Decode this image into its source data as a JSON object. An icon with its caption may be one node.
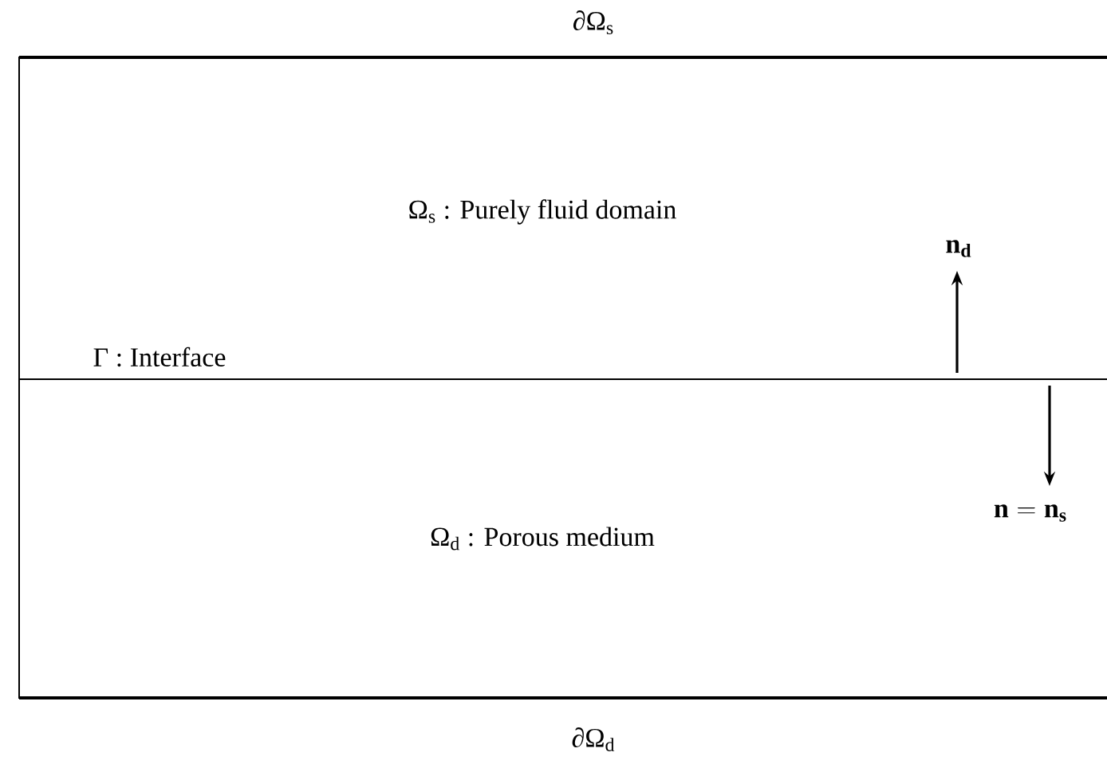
{
  "diagram": {
    "nodes": [
      {
        "text": [
          "Ω$_{s}$ : Purely fluid domain"
        ],
        "beside": [
          "∂Ω$_{s}$"
        ]
      },
      {
        "text": [
          "Ω$_{d}$ : Porous medium"
        ],
        "beside": [
          "∂Ω$_{d}$"
        ]
      }
    ],
    "labels": [
      "\\mathbf{n}_\\mathbf{d}",
      "Γ : Interface",
      "\\mathbf{n} = \\mathbf{n}_\\mathbf{s}"
    ]
  }
}
